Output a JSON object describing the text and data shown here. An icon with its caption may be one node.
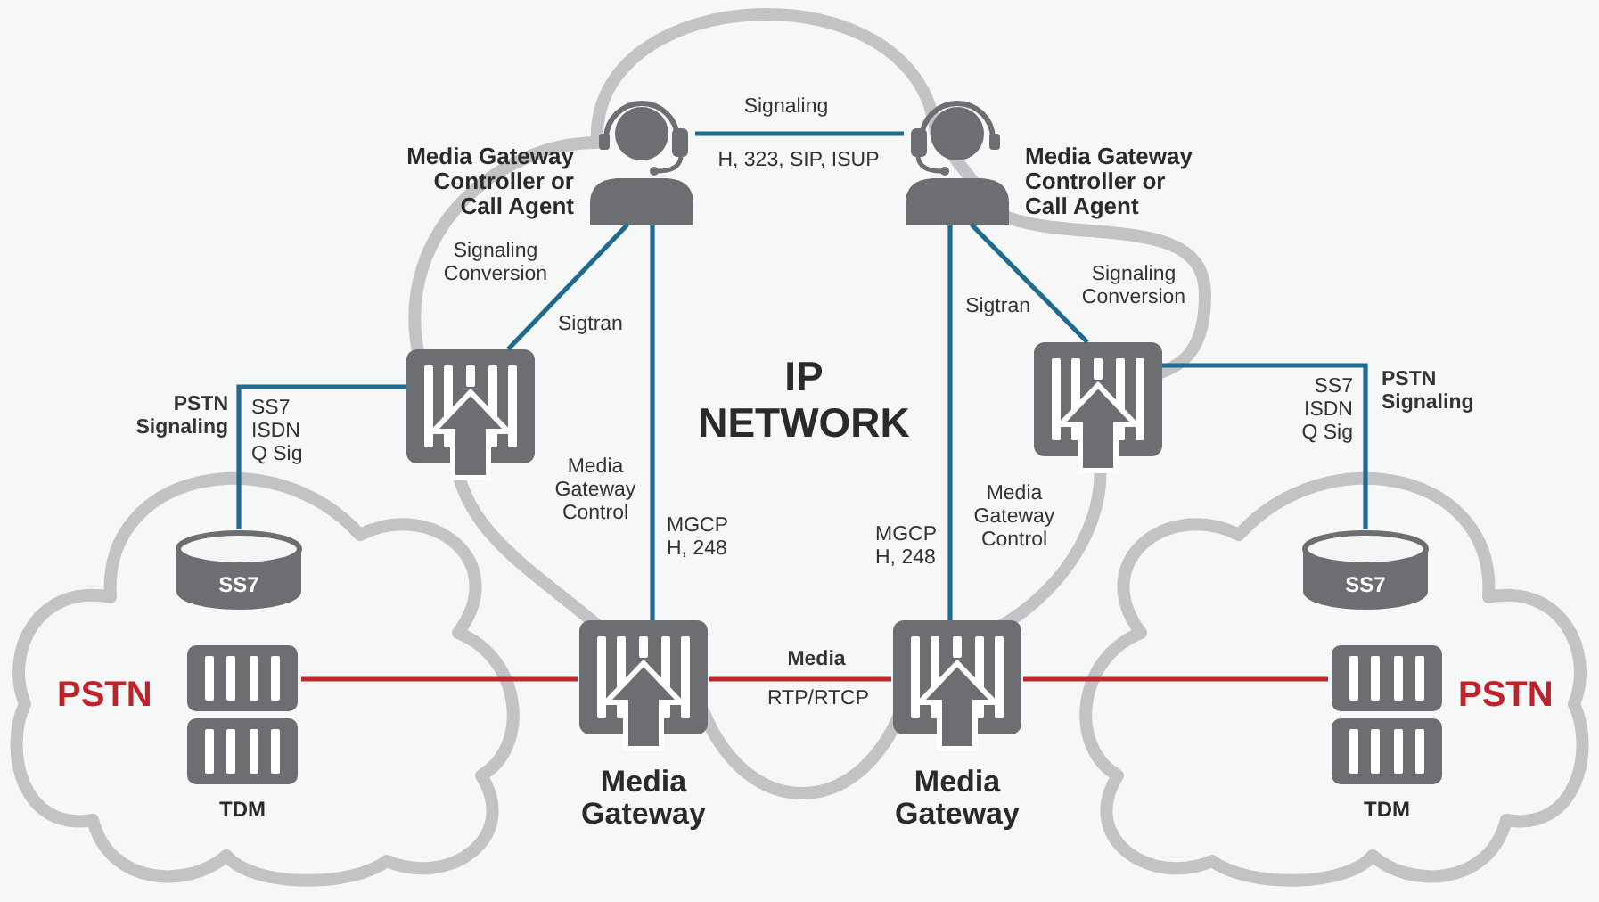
{
  "diagram": {
    "nodes": [
      {
        "text": [
          "IP NETWORK"
        ]
      },
      {
        "text": [
          "Media Gateway Controller or Call Agent"
        ],
        "in": 0
      },
      {
        "text": [
          "Media Gateway Controller or Call Agent"
        ],
        "in": 0
      },
      {
        "text": [],
        "shape": "picture",
        "in": 0
      },
      {
        "text": [],
        "shape": "picture",
        "in": 0
      },
      {
        "text": [
          "PSTN"
        ]
      },
      {
        "text": [
          "SS7"
        ],
        "in": 5
      },
      {
        "text": [
          "TDM"
        ],
        "in": 5
      },
      {
        "text": [
          "Media Gateway"
        ],
        "in": 0
      },
      {
        "text": [
          "Media Gateway"
        ],
        "in": 0
      },
      {
        "text": [
          "PSTN"
        ]
      },
      {
        "text": [
          "SS7"
        ],
        "in": 10
      },
      {
        "text": [
          "TDM"
        ],
        "in": 10
      }
    ],
    "edges": [
      {
        "from": 1,
        "to": 2,
        "arrow": "none",
        "label": "Signaling"
      },
      {
        "from": 1,
        "to": 3,
        "arrow": "none",
        "label": "Sigtran"
      },
      {
        "from": 1,
        "to": 8,
        "arrow": "none",
        "label": "MGCP H, 248"
      },
      {
        "from": 2,
        "to": 4,
        "arrow": "none",
        "label": "Sigtran"
      },
      {
        "from": 2,
        "to": 9,
        "arrow": "none",
        "label": "MGCP H, 248"
      },
      {
        "from": 3,
        "to": 6,
        "arrow": "none",
        "label": "SS7 ISDN Q Sig"
      },
      {
        "from": 4,
        "to": 11,
        "arrow": "none",
        "label": "SS7 ISDN Q Sig"
      },
      {
        "from": 7,
        "to": 8,
        "arrow": "none",
        "color": "#c1272d"
      },
      {
        "from": 8,
        "to": 9,
        "arrow": "none",
        "label": "Media",
        "color": "#c1272d"
      },
      {
        "from": 9,
        "to": 12,
        "arrow": "none",
        "color": "#c1272d"
      }
    ],
    "labels": [
      "H, 323, SIP, ISUP",
      "Signaling Conversion",
      "Signaling Conversion",
      "PSTN Signaling",
      "PSTN Signaling",
      "Media Gateway Control",
      "Media Gateway Control",
      "RTP/RTCP"
    ]
  }
}
